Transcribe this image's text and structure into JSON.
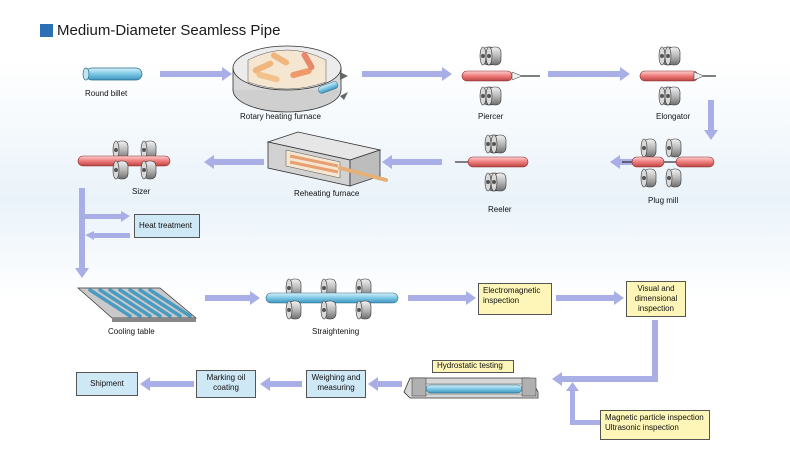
{
  "title": "Medium-Diameter Seamless Pipe",
  "colors": {
    "accent": "#2d6fb5",
    "arrow": "#a9aee6",
    "billet": "#8fd0ea",
    "hot": "#e86a6a",
    "box_blue": "#cfe8f5",
    "box_yellow": "#fdf6b8"
  },
  "steps": {
    "round_billet": "Round billet",
    "rotary_furnace": "Rotary heating furnace",
    "piercer": "Piercer",
    "elongator": "Elongator",
    "plug_mill": "Plug mill",
    "reeler": "Reeler",
    "reheating_furnace": "Reheating furnace",
    "sizer": "Sizer",
    "heat_treatment": "Heat treatment",
    "cooling_table": "Cooling table",
    "straightening": "Straightening",
    "electromagnetic": "Electromagnetic inspection",
    "visual": "Visual and dimensional inspection",
    "magnetic": "Magnetic particle inspection Ultrasonic inspection",
    "hydrostatic": "Hydrostatic testing",
    "weighing": "Weighing and measuring",
    "marking": "Marking oil coating",
    "shipment": "Shipment"
  }
}
